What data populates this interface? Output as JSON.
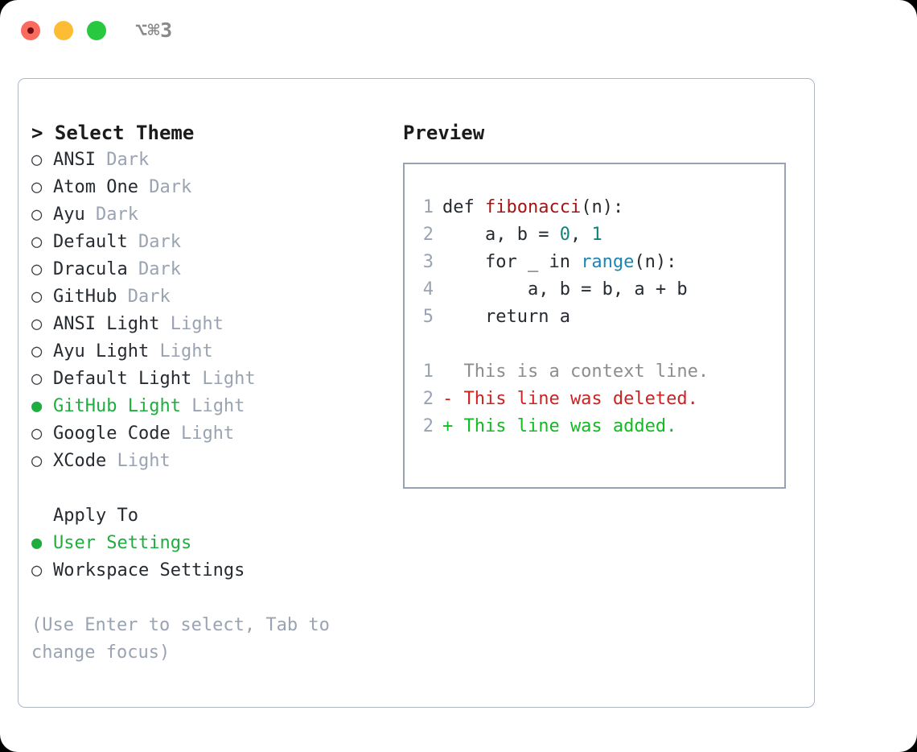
{
  "window": {
    "title": "⌥⌘3",
    "traffic_lights": [
      {
        "name": "close",
        "color": "#fa6a5e"
      },
      {
        "name": "minimize",
        "color": "#fcbc34"
      },
      {
        "name": "maximize",
        "color": "#28c840"
      }
    ]
  },
  "theme_picker": {
    "heading": "> Select Theme",
    "markers": {
      "selected": "●",
      "unselected": "○",
      "none": " "
    },
    "items": [
      {
        "label": "ANSI",
        "variant": " Dark"
      },
      {
        "label": "Atom One",
        "variant": " Dark"
      },
      {
        "label": "Ayu",
        "variant": " Dark"
      },
      {
        "label": "Default",
        "variant": " Dark"
      },
      {
        "label": "Dracula",
        "variant": " Dark"
      },
      {
        "label": "GitHub",
        "variant": " Dark"
      },
      {
        "label": "ANSI Light",
        "variant": " Light"
      },
      {
        "label": "Ayu Light",
        "variant": " Light"
      },
      {
        "label": "Default Light",
        "variant": " Light"
      },
      {
        "label": "GitHub Light",
        "variant": " Light"
      },
      {
        "label": "Google Code",
        "variant": " Light"
      },
      {
        "label": "XCode",
        "variant": " Light"
      }
    ],
    "selected_index": 9
  },
  "apply_to": {
    "heading": "Apply To",
    "options": [
      {
        "label": "User Settings"
      },
      {
        "label": "Workspace Settings"
      }
    ],
    "selected_index": 0
  },
  "hint": "(Use Enter to select, Tab to change focus)",
  "preview": {
    "heading": "Preview",
    "code_lines": [
      {
        "ln": "1",
        "segments": [
          {
            "text": "def ",
            "style": "plain"
          },
          {
            "text": "fibonacci",
            "style": "fn"
          },
          {
            "text": "(n):",
            "style": "plain"
          }
        ]
      },
      {
        "ln": "2",
        "segments": [
          {
            "text": "    a, b = ",
            "style": "plain"
          },
          {
            "text": "0",
            "style": "num"
          },
          {
            "text": ", ",
            "style": "plain"
          },
          {
            "text": "1",
            "style": "num"
          }
        ]
      },
      {
        "ln": "3",
        "segments": [
          {
            "text": "    for _ in ",
            "style": "plain"
          },
          {
            "text": "range",
            "style": "call"
          },
          {
            "text": "(n):",
            "style": "plain"
          }
        ]
      },
      {
        "ln": "4",
        "segments": [
          {
            "text": "        a, b = b, a + b",
            "style": "plain"
          }
        ]
      },
      {
        "ln": "5",
        "segments": [
          {
            "text": "    return a",
            "style": "plain"
          }
        ]
      }
    ],
    "diff_lines": [
      {
        "ln": "1",
        "text": "  This is a context line.",
        "kind": "context"
      },
      {
        "ln": "2",
        "text": "- This line was deleted.",
        "kind": "deleted"
      },
      {
        "ln": "2",
        "text": "+ This line was added.",
        "kind": "added"
      }
    ]
  },
  "colors": {
    "accent_green": "#20ad3f",
    "muted": "#9aa3b2",
    "border": "#98a2b3",
    "panel_border": "#aeb6c2",
    "diff_add": "#11bb22",
    "diff_del": "#cc2222",
    "token_fn": "#a41515",
    "token_call": "#1a86b5",
    "token_num": "#11827f"
  }
}
